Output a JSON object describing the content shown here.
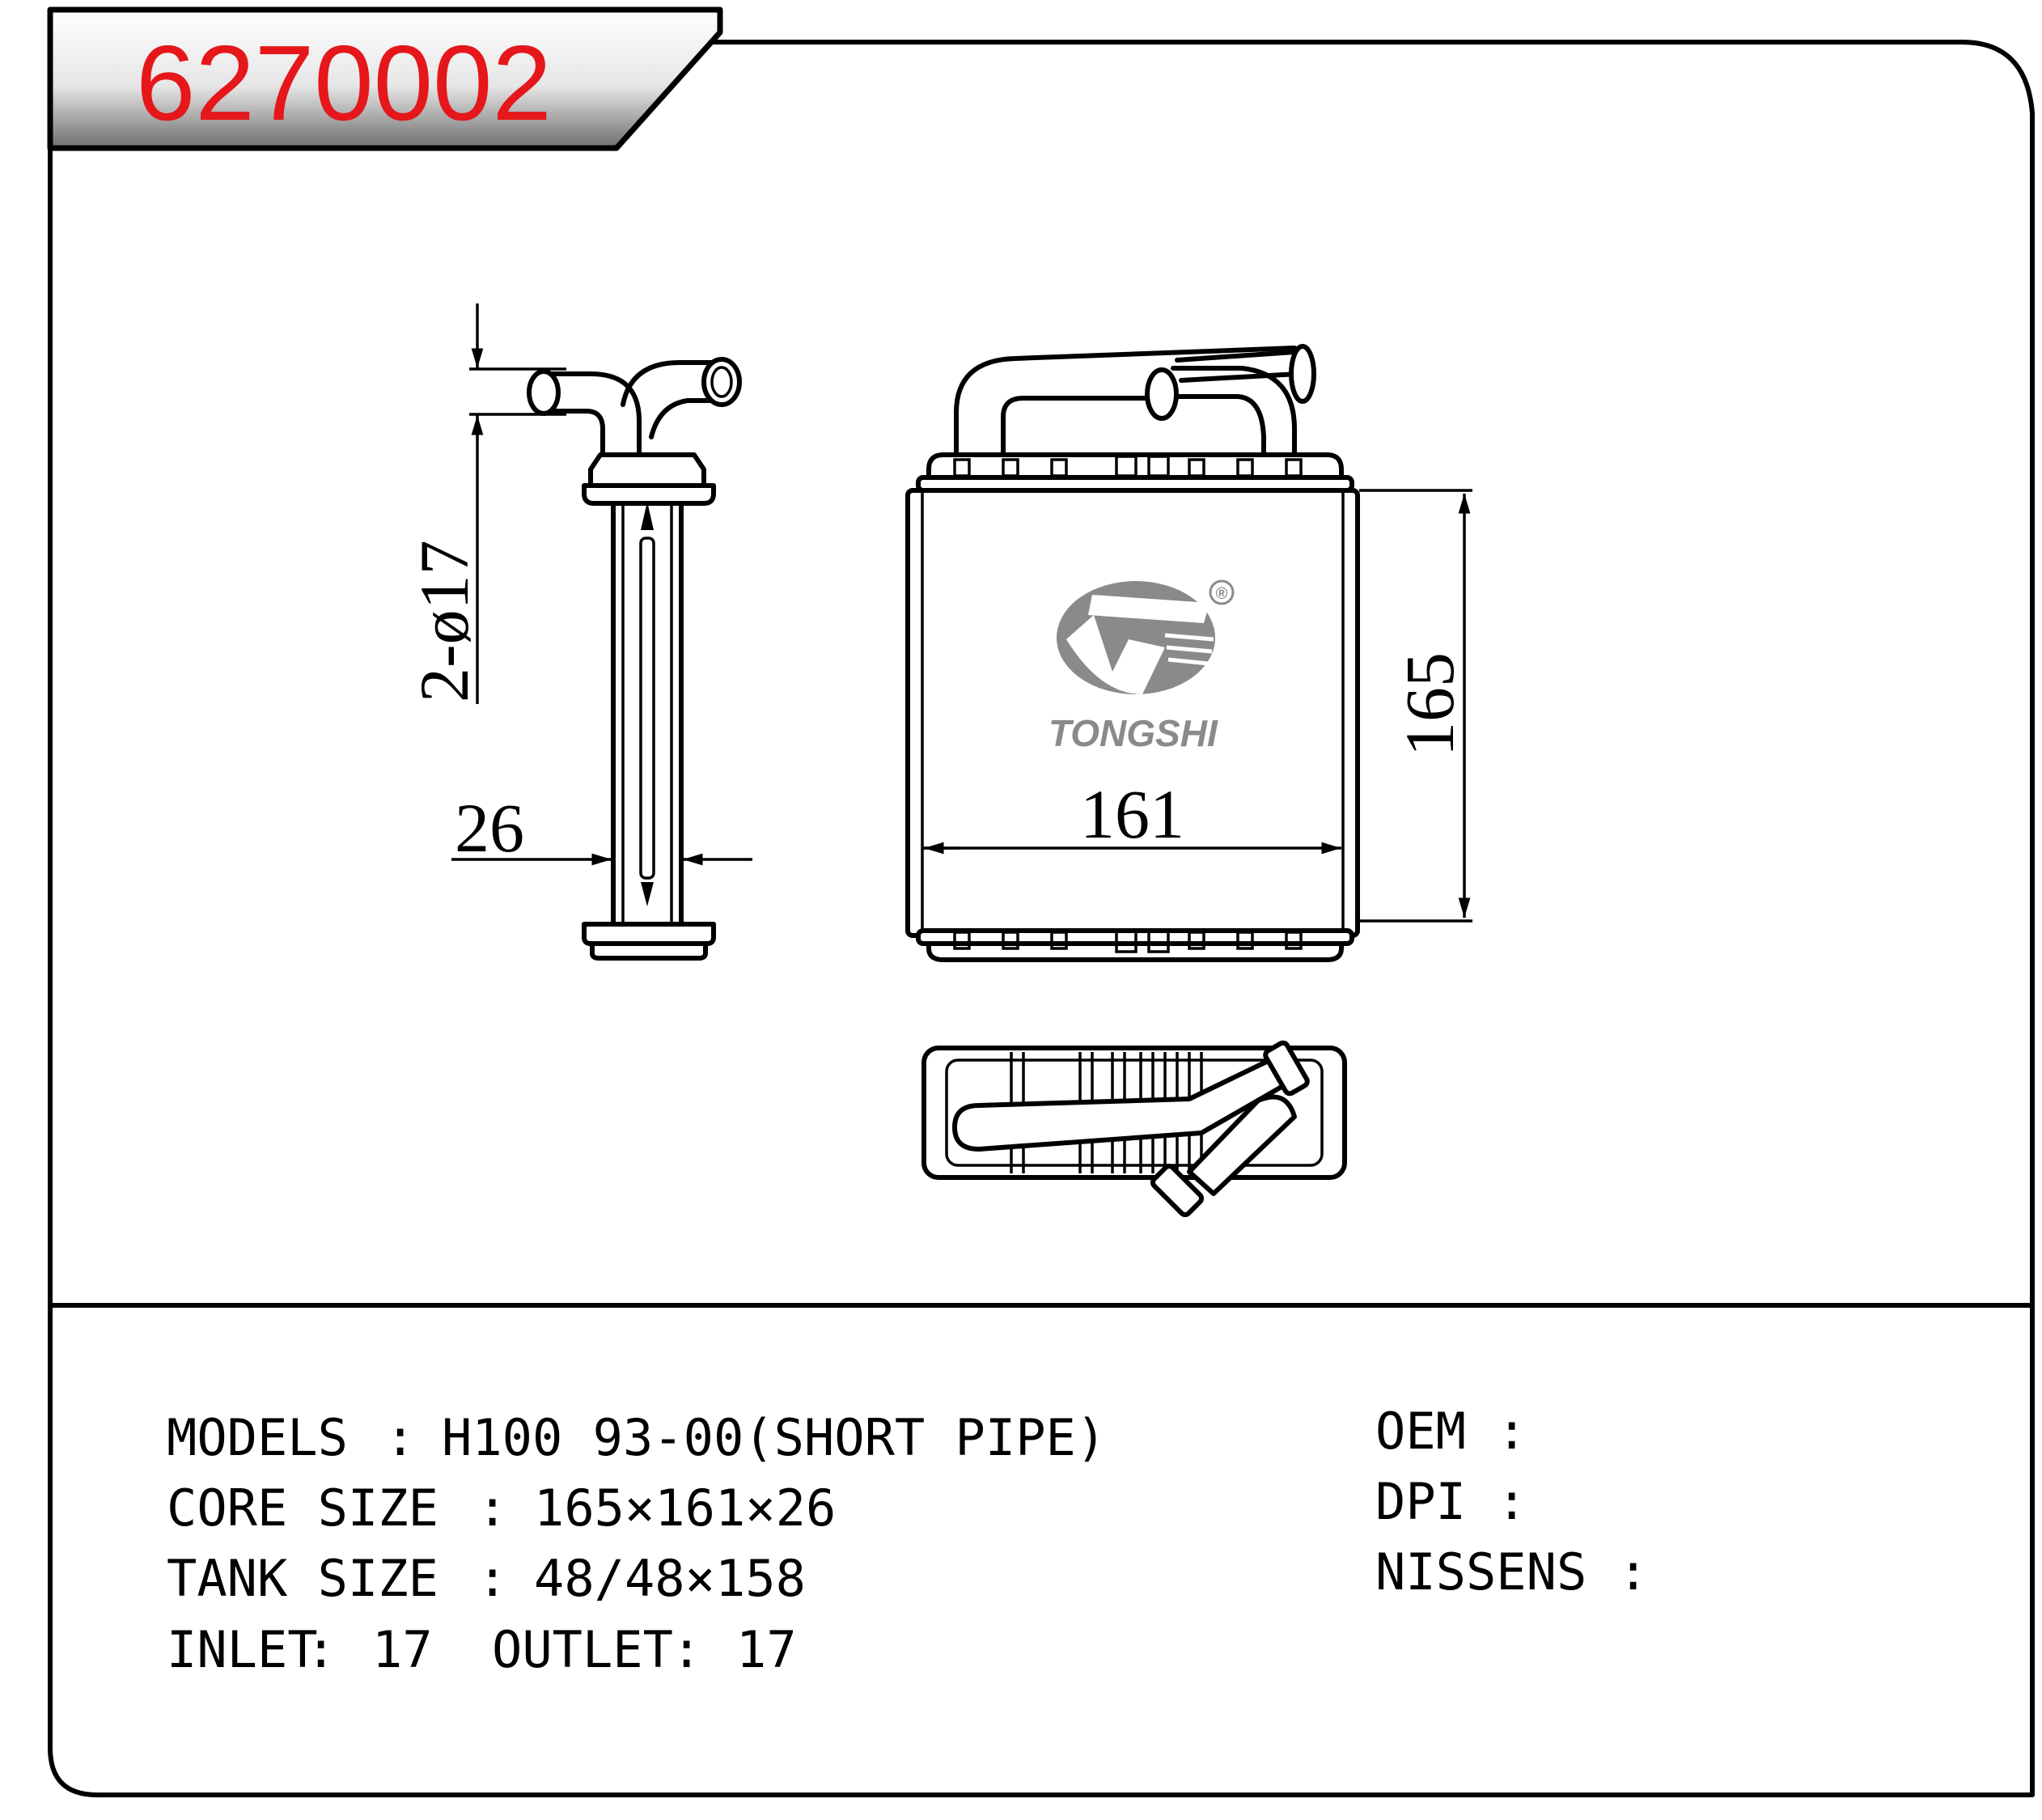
{
  "header": {
    "part_number": "6270002"
  },
  "dimensions": {
    "pipe": "2-ø17",
    "depth": "26",
    "width": "161",
    "height": "165"
  },
  "logo": {
    "brand": "TONGSHI",
    "registered": "®"
  },
  "specs": {
    "models_label": "MODELS",
    "models_value": "H100 93-00(SHORT PIPE)",
    "core_label": "CORE SIZE",
    "core_value": "165×161×26",
    "tank_label": "TANK SIZE",
    "tank_value": "48/48×158",
    "inlet_label": "INLET",
    "inlet_value": "17",
    "outlet_label": "OUTLET",
    "outlet_value": "17",
    "oem_label": "OEM",
    "dpi_label": "DPI",
    "nissens_label": "NISSENS",
    "separator": ":"
  },
  "colors": {
    "part_number": "#e5171b",
    "logo": "#8a8a8a"
  }
}
